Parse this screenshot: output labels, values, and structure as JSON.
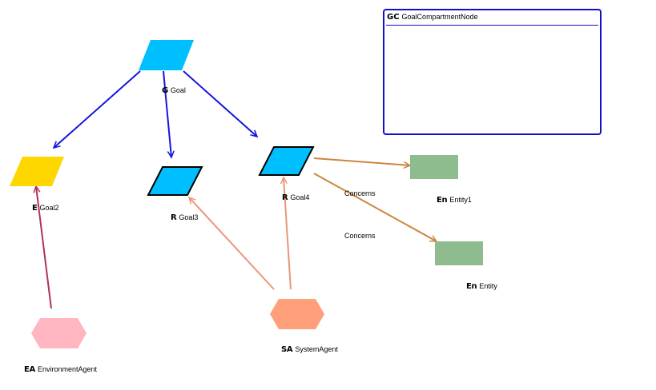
{
  "diagram": {
    "colors": {
      "goal_fill": "#00BFFF",
      "expectation_fill": "#FFD700",
      "entity_fill": "#8FBC8F",
      "system_agent_fill": "#FFA07A",
      "environment_agent_fill": "#FFB6C1",
      "refinement_edge": "#1515DD",
      "concerns_edge": "#CD853F",
      "responsibility_edge": "#E9967A",
      "env_responsibility_edge": "#B03060",
      "compartment_border": "#1010CC"
    },
    "nodes": {
      "goal": {
        "prefix": "G",
        "name": "Goal",
        "type": "goal"
      },
      "goal2": {
        "prefix": "E",
        "name": "Goal2",
        "type": "expectation"
      },
      "goal3": {
        "prefix": "R",
        "name": "Goal3",
        "type": "requirement"
      },
      "goal4": {
        "prefix": "R",
        "name": "Goal4",
        "type": "requirement"
      },
      "entity1": {
        "prefix": "En",
        "name": "Entity1",
        "type": "entity"
      },
      "entity": {
        "prefix": "En",
        "name": "Entity",
        "type": "entity"
      },
      "system_agent": {
        "prefix": "SA",
        "name": "SystemAgent",
        "type": "system-agent"
      },
      "environment_agent": {
        "prefix": "EA",
        "name": "EnvironmentAgent",
        "type": "environment-agent"
      },
      "compartment": {
        "prefix": "GC",
        "name": "GoalCompartmentNode",
        "type": "goal-compartment"
      }
    },
    "edges": [
      {
        "from": "goal",
        "to": "goal2",
        "kind": "refinement",
        "label": ""
      },
      {
        "from": "goal",
        "to": "goal3",
        "kind": "refinement",
        "label": ""
      },
      {
        "from": "goal",
        "to": "goal4",
        "kind": "refinement",
        "label": ""
      },
      {
        "from": "goal4",
        "to": "entity1",
        "kind": "concerns",
        "label": "Concerns"
      },
      {
        "from": "goal4",
        "to": "entity",
        "kind": "concerns",
        "label": "Concerns"
      },
      {
        "from": "system_agent",
        "to": "goal3",
        "kind": "responsibility",
        "label": ""
      },
      {
        "from": "system_agent",
        "to": "goal4",
        "kind": "responsibility",
        "label": ""
      },
      {
        "from": "environment_agent",
        "to": "goal2",
        "kind": "env-responsibility",
        "label": ""
      }
    ]
  }
}
